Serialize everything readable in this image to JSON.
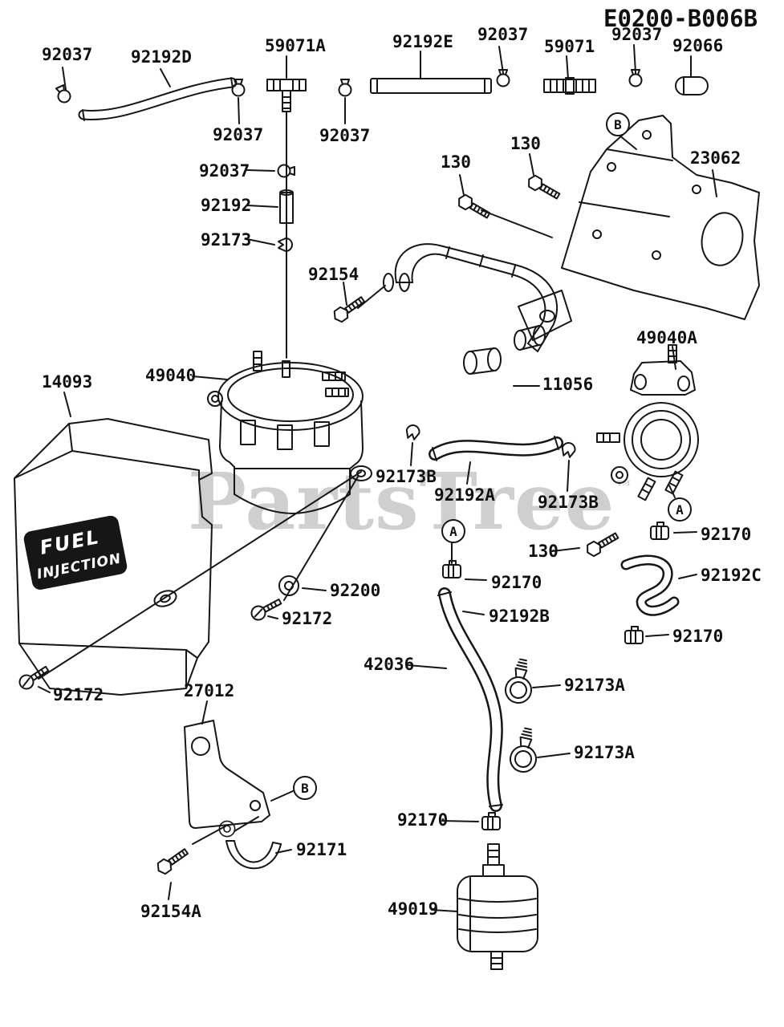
{
  "diagram": {
    "title": "E0200-B006B",
    "watermark": "PartsTree",
    "watermark_tm": "™",
    "decal_line1": "FUEL",
    "decal_line2": "INJECTION"
  },
  "colors": {
    "line": "#161616",
    "watermark": "#b3b3b3",
    "background": "#ffffff"
  },
  "labels": [
    {
      "text": "92037"
    },
    {
      "text": "92192D"
    },
    {
      "text": "59071A"
    },
    {
      "text": "92192E"
    },
    {
      "text": "92037"
    },
    {
      "text": "59071"
    },
    {
      "text": "92037"
    },
    {
      "text": "92066"
    },
    {
      "text": "92037"
    },
    {
      "text": "92037"
    },
    {
      "text": "130"
    },
    {
      "text": "23062"
    },
    {
      "text": "92037"
    },
    {
      "text": "130"
    },
    {
      "text": "92192"
    },
    {
      "text": "92173"
    },
    {
      "text": "92154"
    },
    {
      "text": "49040A"
    },
    {
      "text": "14093"
    },
    {
      "text": "49040"
    },
    {
      "text": "11056"
    },
    {
      "text": "92173B"
    },
    {
      "text": "92192A"
    },
    {
      "text": "92173B"
    },
    {
      "text": "92170"
    },
    {
      "text": "130"
    },
    {
      "text": "92170"
    },
    {
      "text": "92192C"
    },
    {
      "text": "92200"
    },
    {
      "text": "92172"
    },
    {
      "text": "92192B"
    },
    {
      "text": "92170"
    },
    {
      "text": "42036"
    },
    {
      "text": "92173A"
    },
    {
      "text": "92172"
    },
    {
      "text": "27012"
    },
    {
      "text": "92173A"
    },
    {
      "text": "92170"
    },
    {
      "text": "92171"
    },
    {
      "text": "92154A"
    },
    {
      "text": "49019"
    }
  ],
  "callouts": [
    {
      "letter": "B"
    },
    {
      "letter": "A"
    },
    {
      "letter": "A"
    },
    {
      "letter": "B"
    }
  ]
}
